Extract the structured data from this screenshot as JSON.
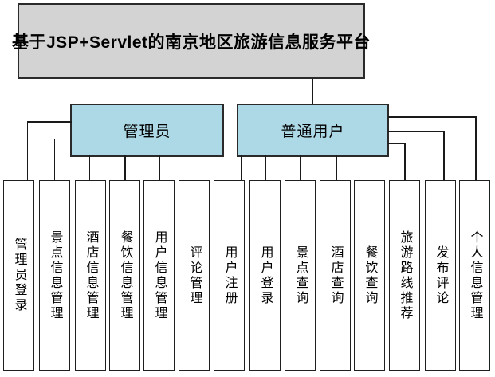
{
  "diagram": {
    "type": "hierarchy",
    "root": "基于JSP+Servlet的南京地区旅游信息服务平台",
    "branches": [
      {
        "label": "管理员"
      },
      {
        "label": "普通用户"
      }
    ],
    "leaves": [
      {
        "label": "管理员登录",
        "parent": "管理员"
      },
      {
        "label": "景点信息管理",
        "parent": "管理员"
      },
      {
        "label": "酒店信息管理",
        "parent": "管理员"
      },
      {
        "label": "餐饮信息管理",
        "parent": "管理员"
      },
      {
        "label": "用户信息管理",
        "parent": "管理员"
      },
      {
        "label": "评论管理",
        "parent": "管理员"
      },
      {
        "label": "用户注册",
        "parent": "普通用户"
      },
      {
        "label": "用户登录",
        "parent": "普通用户"
      },
      {
        "label": "景点查询",
        "parent": "普通用户"
      },
      {
        "label": "酒店查询",
        "parent": "普通用户"
      },
      {
        "label": "餐饮查询",
        "parent": "普通用户"
      },
      {
        "label": "旅游路线推荐",
        "parent": "普通用户"
      },
      {
        "label": "发布评论",
        "parent": "普通用户"
      },
      {
        "label": "个人信息管理",
        "parent": "普通用户"
      }
    ],
    "colors": {
      "root_fill": "#d3d3d3",
      "branch_fill": "#add8e6",
      "leaf_fill": "#ffffff",
      "border": "#2a2a2a",
      "line": "#1a1a1a",
      "text": "#000000",
      "background": "#ffffff"
    }
  }
}
